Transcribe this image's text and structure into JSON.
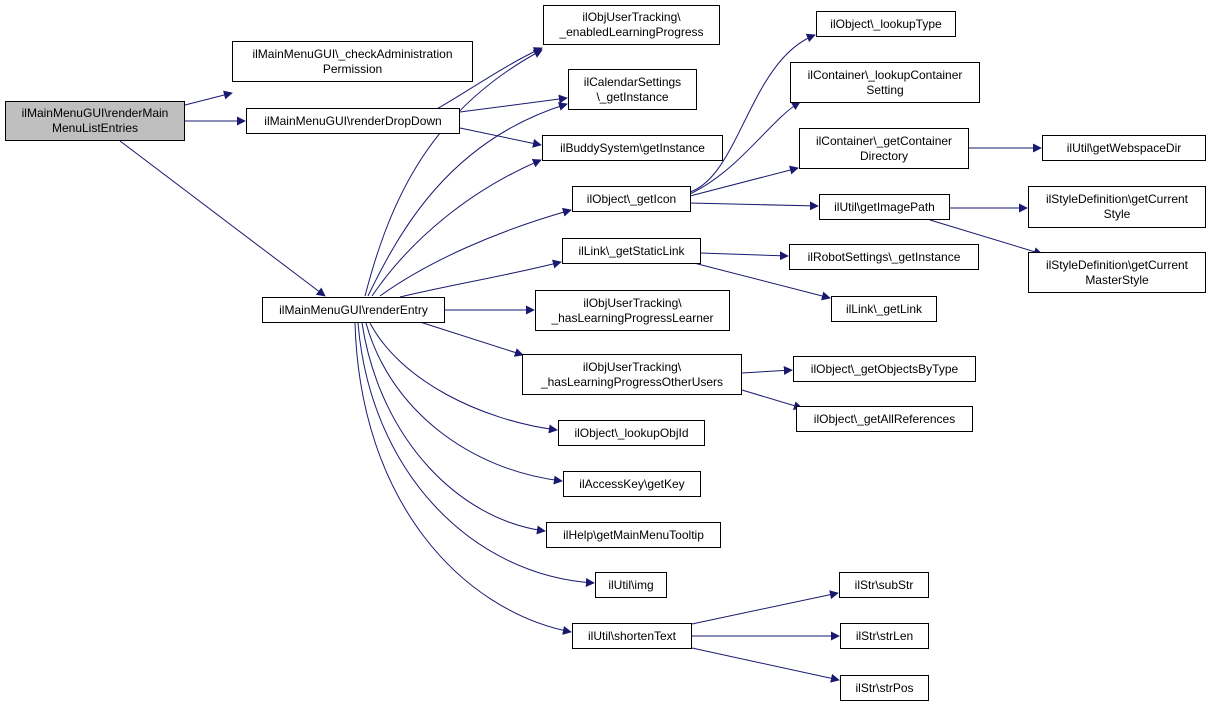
{
  "colors": {
    "edge": "#191970",
    "root_fill": "#bfbfbf",
    "node_fill": "#ffffff",
    "border": "#000000"
  },
  "nodes": {
    "root": "ilMainMenuGUI\\renderMain\nMenuListEntries",
    "check_admin": "ilMainMenuGUI\\_checkAdministration\nPermission",
    "render_dropdown": "ilMainMenuGUI\\renderDropDown",
    "render_entry": "ilMainMenuGUI\\renderEntry",
    "enabled_lp": "ilObjUserTracking\\\n_enabledLearningProgress",
    "calendar_get": "ilCalendarSettings\n\\_getInstance",
    "buddy_get": "ilBuddySystem\\getInstance",
    "obj_get_icon": "ilObject\\_getIcon",
    "link_static": "ilLink\\_getStaticLink",
    "has_lp_learner": "ilObjUserTracking\\\n_hasLearningProgressLearner",
    "has_lp_other": "ilObjUserTracking\\\n_hasLearningProgressOtherUsers",
    "lookup_obj_id": "ilObject\\_lookupObjId",
    "access_key": "ilAccessKey\\getKey",
    "help_tooltip": "ilHelp\\getMainMenuTooltip",
    "util_img": "ilUtil\\img",
    "util_shorten": "ilUtil\\shortenText",
    "lookup_type": "ilObject\\_lookupType",
    "container_lookup": "ilContainer\\_lookupContainer\nSetting",
    "container_dir": "ilContainer\\_getContainer\nDirectory",
    "util_image_path": "ilUtil\\getImagePath",
    "robot_get": "ilRobotSettings\\_getInstance",
    "link_get": "ilLink\\_getLink",
    "objects_by_type": "ilObject\\_getObjectsByType",
    "all_refs": "ilObject\\_getAllReferences",
    "str_sub": "ilStr\\subStr",
    "str_len": "ilStr\\strLen",
    "str_pos": "ilStr\\strPos",
    "webspace_dir": "ilUtil\\getWebspaceDir",
    "style_current": "ilStyleDefinition\\getCurrent\nStyle",
    "style_master": "ilStyleDefinition\\getCurrent\nMasterStyle"
  }
}
